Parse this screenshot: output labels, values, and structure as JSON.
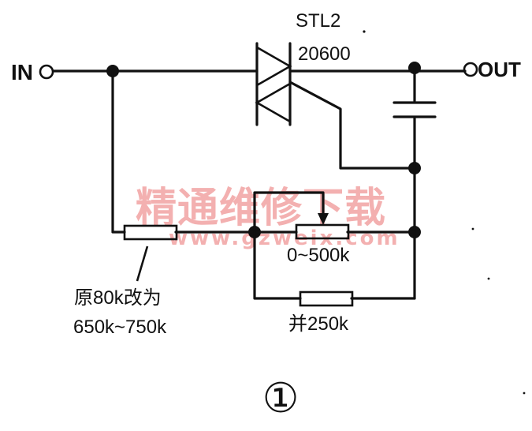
{
  "labels": {
    "input": "IN",
    "output": "OUT",
    "device_line1": "STL2",
    "device_line2": "20600",
    "pot_value": "0~500k",
    "parallel_resistor": "并250k",
    "resistor_note_line1": "原80k改为",
    "resistor_note_line2": "650k~750k",
    "figure_number": "①"
  },
  "watermark": {
    "title": "精通维修下载",
    "url": "www.gzweix.com"
  },
  "colors": {
    "ink": "#111111",
    "watermark": "#f2a3a3",
    "background": "#ffffff"
  }
}
